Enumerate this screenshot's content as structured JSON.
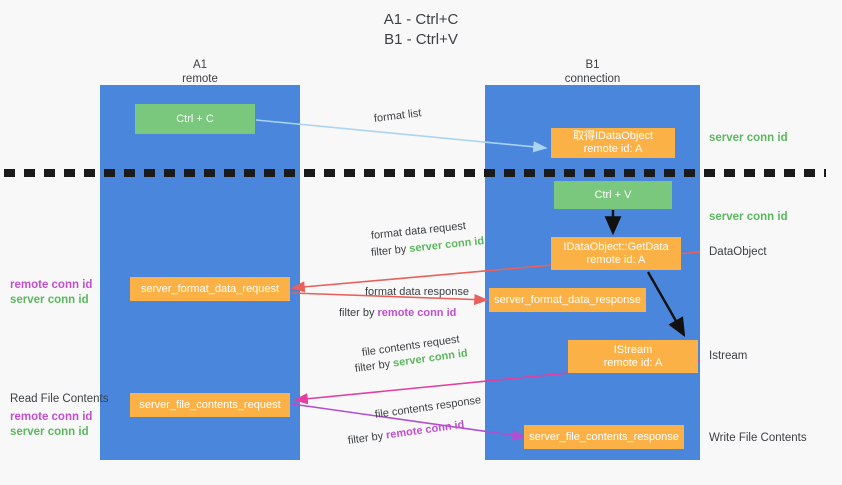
{
  "title": {
    "line1": "A1 - Ctrl+C",
    "line2": "B1 - Ctrl+V"
  },
  "columns": [
    {
      "name": "A1",
      "sub": "remote"
    },
    {
      "name": "B1",
      "sub": "connection"
    }
  ],
  "nodes": {
    "ctrl_c": {
      "label": "Ctrl + C"
    },
    "ctrl_v": {
      "label": "Ctrl + V"
    },
    "idataobject": {
      "line1": "取得IDataObject",
      "line2": "remote id: A"
    },
    "getdata": {
      "line1": "IDataObject::GetData",
      "line2": "remote id: A"
    },
    "istream": {
      "line1": "IStream",
      "line2": "remote id: A"
    },
    "server_format_data_request": {
      "label": "server_format_data_request"
    },
    "server_format_data_response": {
      "label": "server_format_data_response"
    },
    "server_file_contents_request": {
      "label": "server_file_contents_request"
    },
    "server_file_contents_response": {
      "label": "server_file_contents_response"
    }
  },
  "right_labels": {
    "server_conn_id_top": "server conn id",
    "server_conn_id_mid": "server conn id",
    "dataobject": "DataObject",
    "istream": "Istream",
    "write_file_contents": "Write File Contents"
  },
  "left_labels": {
    "remote_conn_id_upper": "remote conn id",
    "server_conn_id_upper": "server conn id",
    "read_file_contents": "Read File Contents",
    "remote_conn_id_lower": "remote conn id",
    "server_conn_id_lower": "server conn id"
  },
  "edges": {
    "format_list": "format list",
    "format_data_request": "format data request",
    "format_data_request_filter_prefix": "filter by ",
    "format_data_request_filter_value": "server conn id",
    "format_data_response": "format data response",
    "format_data_response_filter_prefix": "filter by ",
    "format_data_response_filter_value": "remote conn id",
    "file_contents_request": "file contents request",
    "file_contents_request_filter_prefix": "filter by ",
    "file_contents_request_filter_value": "server conn id",
    "file_contents_response": "file contents response",
    "file_contents_response_filter_prefix": "filter by ",
    "file_contents_response_filter_value": "remote conn id"
  },
  "colors": {
    "lane_blue": "#4a86db",
    "node_green": "#79c87e",
    "node_orange": "#fbb145",
    "accent_green_text": "#5cb85f",
    "accent_purple_text": "#c14fd0",
    "arrow_light_blue": "#aad4f2",
    "arrow_red": "#e8615c",
    "arrow_magenta": "#e040a0",
    "arrow_purple": "#b14fd0",
    "arrow_black": "#000000",
    "background": "#f8f8f8"
  }
}
